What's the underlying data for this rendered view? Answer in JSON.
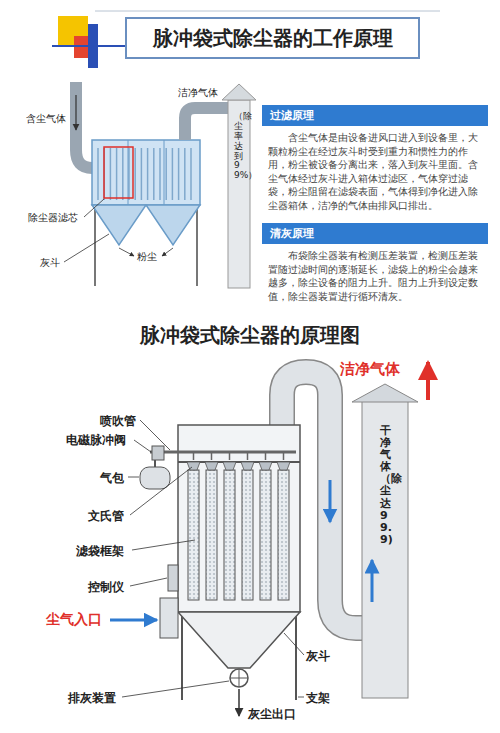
{
  "diagram": {
    "title": "脉冲袋式除尘器的工作原理",
    "nodes": [
      {
        "text": [
          "过滤原理",
          "含尘气体是由设备进风口进入到设备里，大颗粒粉尘在经过灰斗时受到重力和惯性力的作用，粉尘被设备分离出来，落入到灰斗里面。含尘气体经过灰斗进入箱体过滤区，气体穿过滤袋，粉尘阻留在滤袋表面，气体得到净化进入除尘器箱体，洁净的气体由排风口排出。"
        ]
      },
      {
        "text": [
          "清灰原理",
          "布袋除尘器装有检测压差装置，检测压差装置随过滤时间的逐渐延长，滤袋上的粉尘会越来越多，除尘设备的阻力上升。阻力上升到设定数值，除尘器装置进行循环清灰。"
        ]
      }
    ],
    "labels": [
      "含尘气体",
      "洁净气体",
      "（除尘率达到99%）",
      "除尘器滤芯",
      "灰斗",
      "粉尘",
      "脉冲袋式除尘器的原理图",
      "喷吹管",
      "电磁脉冲阀",
      "气包",
      "文氏管",
      "滤袋框架",
      "控制仪",
      "尘气入口",
      "排灰装置",
      "洁净气体",
      "干净气体（除尘达99.9)",
      "灰斗",
      "支架",
      "灰尘出口"
    ]
  }
}
